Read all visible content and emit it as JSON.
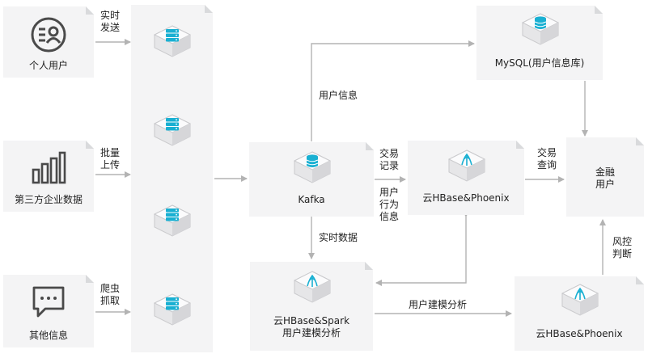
{
  "sources": [
    {
      "label": "个人用户",
      "icon": "person-list-icon"
    },
    {
      "label": "第三方企业数据",
      "icon": "bar-chart-icon"
    },
    {
      "label": "其他信息",
      "icon": "chat-bubble-icon"
    }
  ],
  "ingest_edges": [
    {
      "line1": "实时",
      "line2": "发送"
    },
    {
      "line1": "批量",
      "line2": "上传"
    },
    {
      "line1": "爬虫",
      "line2": "抓取"
    }
  ],
  "collector": {
    "icon": "server-icon"
  },
  "kafka": {
    "label": "Kafka",
    "icon": "database-icon"
  },
  "mysql": {
    "label": "MySQL(用户信息库)",
    "icon": "database-icon"
  },
  "hbase_phoenix_mid": {
    "label": "云HBase&Phoenix",
    "icon": "hbase-icon"
  },
  "hbase_spark": {
    "line1": "云HBase&Spark",
    "line2": "用户建模分析",
    "icon": "hbase-icon"
  },
  "hbase_phoenix_bottom": {
    "label": "云HBase&Phoenix",
    "icon": "hbase-icon"
  },
  "finance_user": {
    "line1": "金融",
    "line2": "用户"
  },
  "edge_labels": {
    "user_info": "用户信息",
    "trade_record_1": "交易",
    "trade_record_2": "记录",
    "user_behavior_1": "用户",
    "user_behavior_2": "行为",
    "user_behavior_3": "信息",
    "realtime_data": "实时数据",
    "trade_query_1": "交易",
    "trade_query_2": "查询",
    "modeling_analysis": "用户建模分析",
    "risk_1": "风控",
    "risk_2": "判断"
  },
  "colors": {
    "accent": "#1ab0d2",
    "arrow": "#b3b3b3",
    "card": "#f4f4f5",
    "icon_gray": "#4a4a4a"
  }
}
